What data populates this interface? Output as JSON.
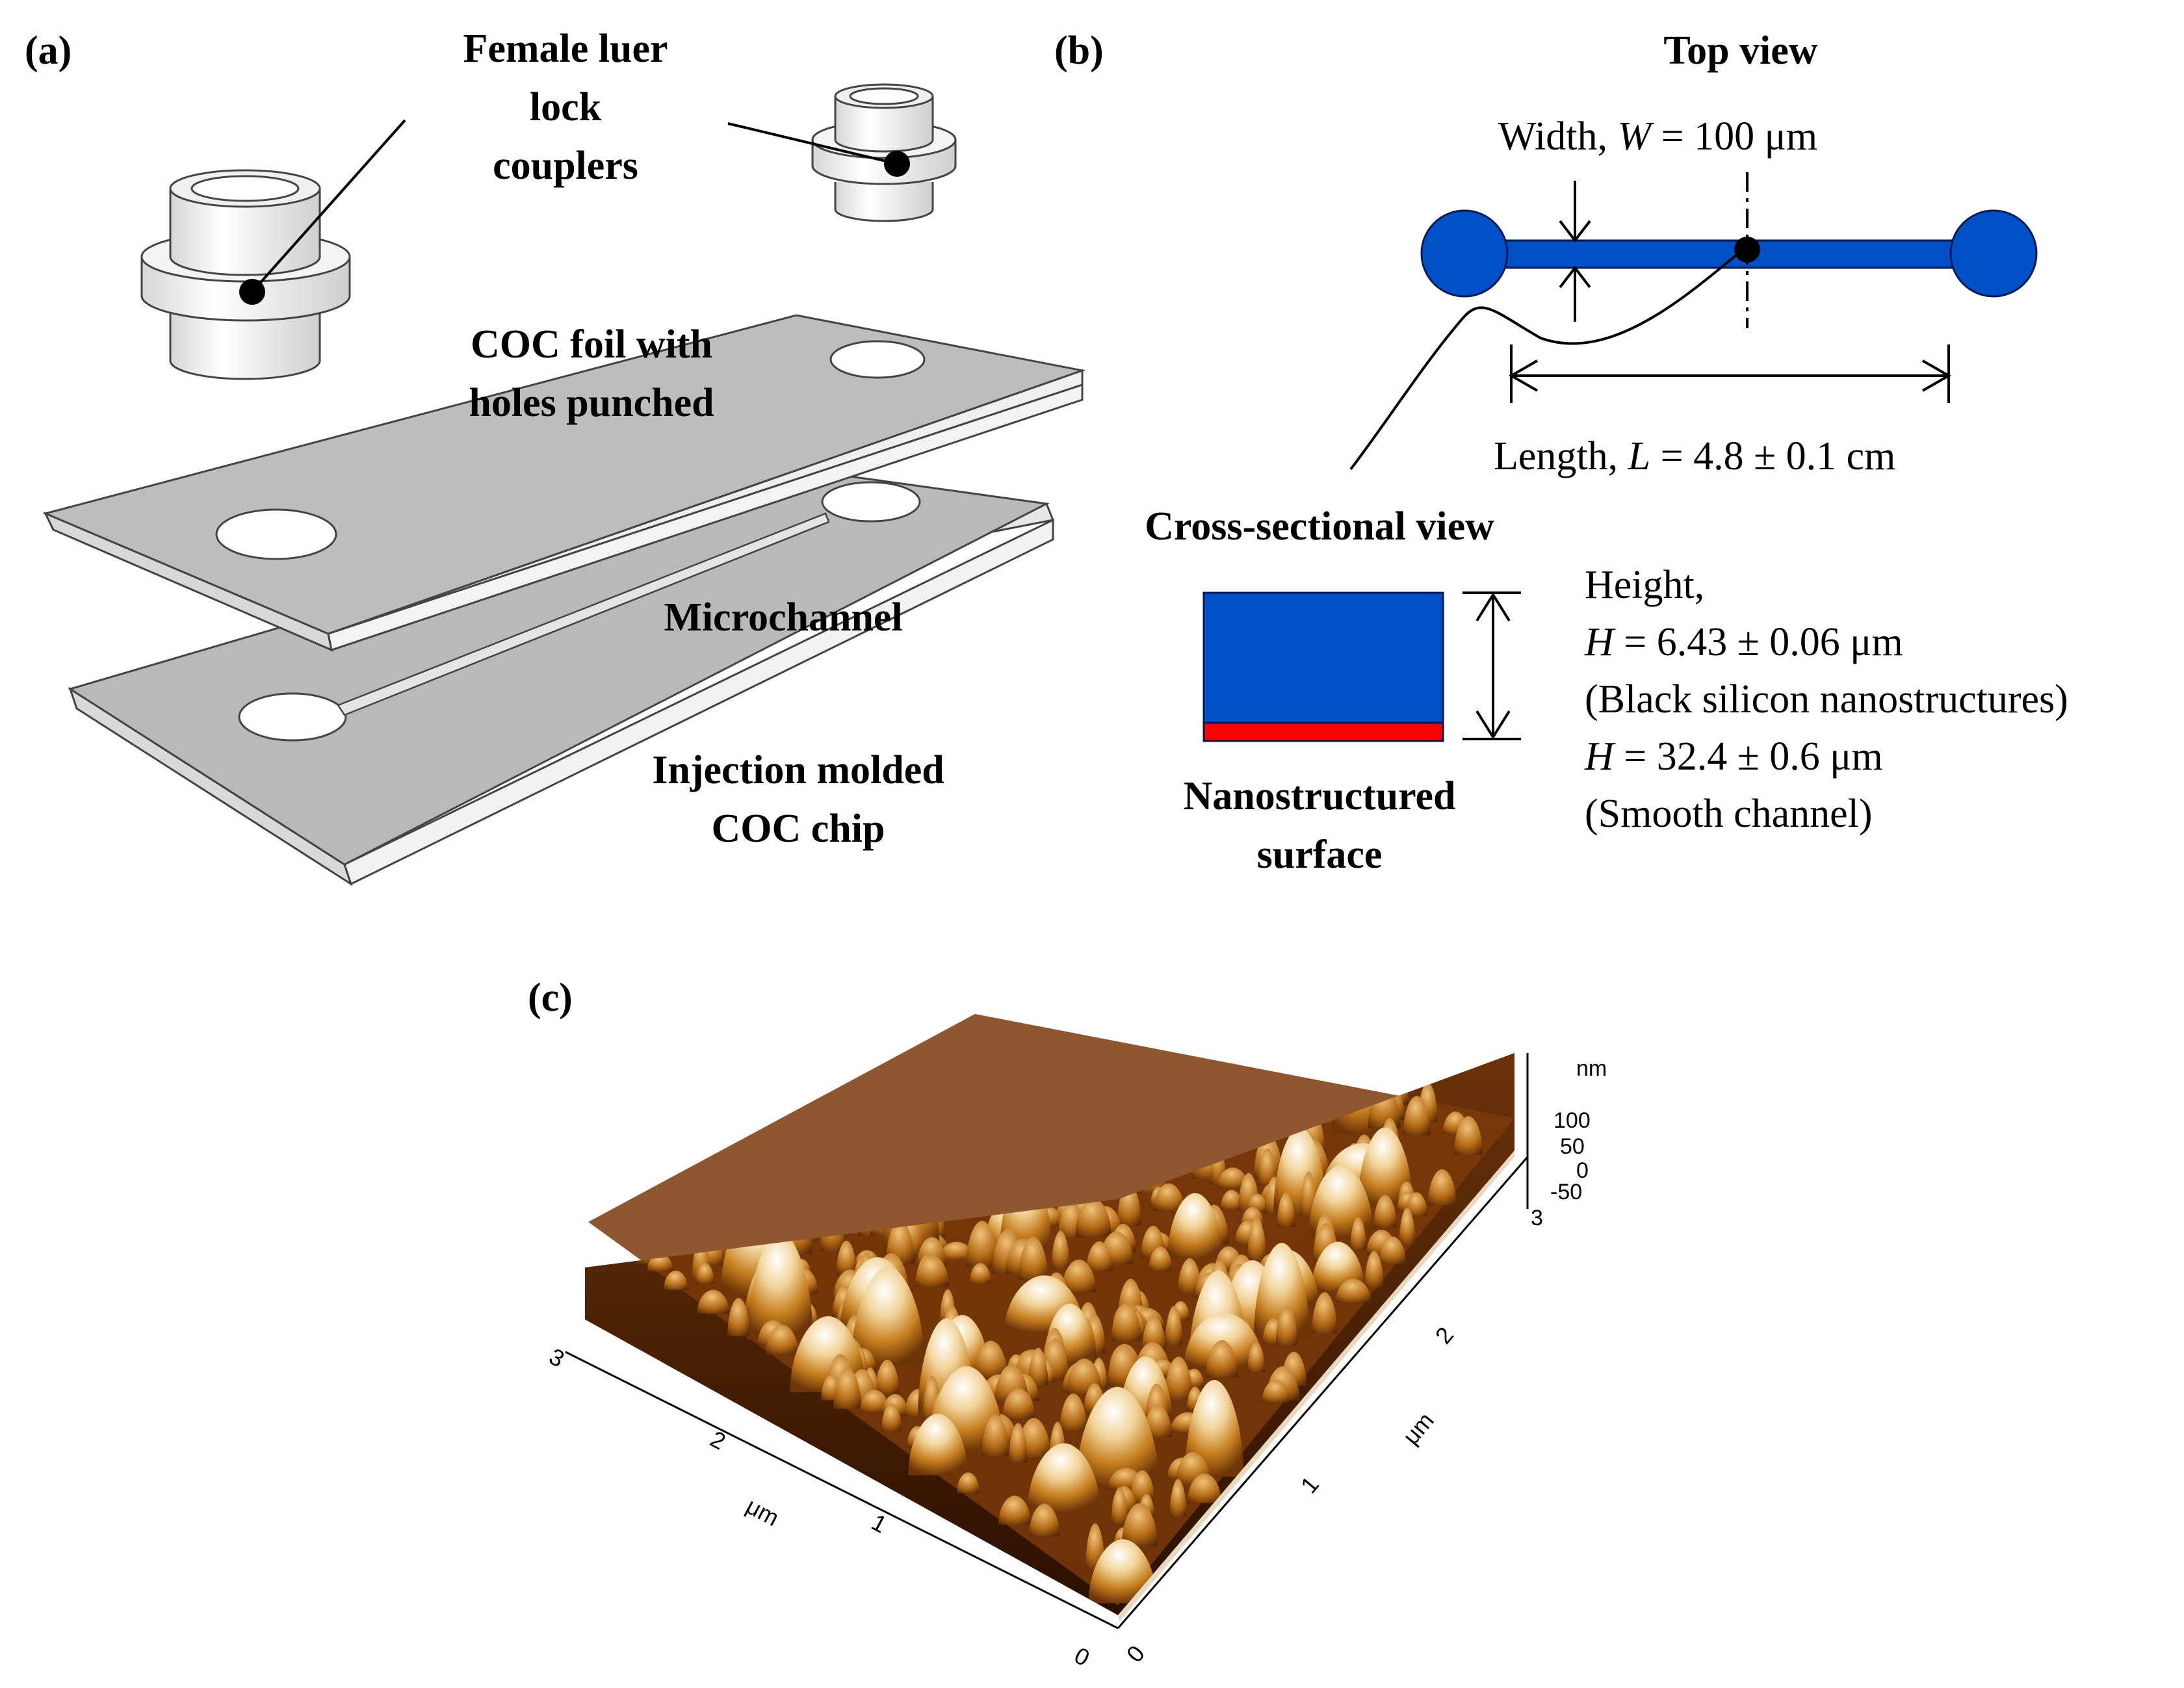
{
  "panel_a": {
    "label": "(a)",
    "coupler_label": [
      "Female luer",
      "lock",
      "couplers"
    ],
    "foil_label": [
      "COC foil with",
      "holes punched"
    ],
    "microchannel_label": "Microchannel",
    "chip_label": [
      "Injection molded",
      "COC chip"
    ]
  },
  "panel_b": {
    "label": "(b)",
    "top_view_title": "Top view",
    "width_label": {
      "prefix": "Width, ",
      "var": "W",
      "suffix": " = 100 μm"
    },
    "length_label": {
      "prefix": "Length, ",
      "var": "L",
      "suffix": " = 4.8 ± 0.1 cm"
    },
    "cross_section_title": "Cross-sectional view",
    "nanostructured_label": [
      "Nanostructured",
      "surface"
    ],
    "height_title": "Height,",
    "height_black_silicon": {
      "var": "H",
      "value": " = 6.43 ± 0.06 μm"
    },
    "height_black_silicon_note": "(Black silicon nanostructures)",
    "height_smooth": {
      "var": "H",
      "value": " = 32.4 ± 0.6 μm"
    },
    "height_smooth_note": "(Smooth channel)",
    "colors": {
      "channel": "#0050c8",
      "nanostructure": "#ff0000"
    }
  },
  "panel_c": {
    "label": "(c)",
    "z_unit": "nm",
    "z_ticks": [
      "100",
      "50",
      "0",
      "-50"
    ],
    "z_top_tick": "3",
    "left_axis_ticks": [
      "3",
      "2",
      "1",
      "0"
    ],
    "left_axis_unit": "μm",
    "right_axis_ticks": [
      "0",
      "1",
      "2"
    ],
    "right_axis_unit": "μm",
    "surface_colors": [
      "#3a1a06",
      "#7a3c0c",
      "#b8700f",
      "#e0a84a",
      "#f6e6c4",
      "#ffffff"
    ]
  }
}
